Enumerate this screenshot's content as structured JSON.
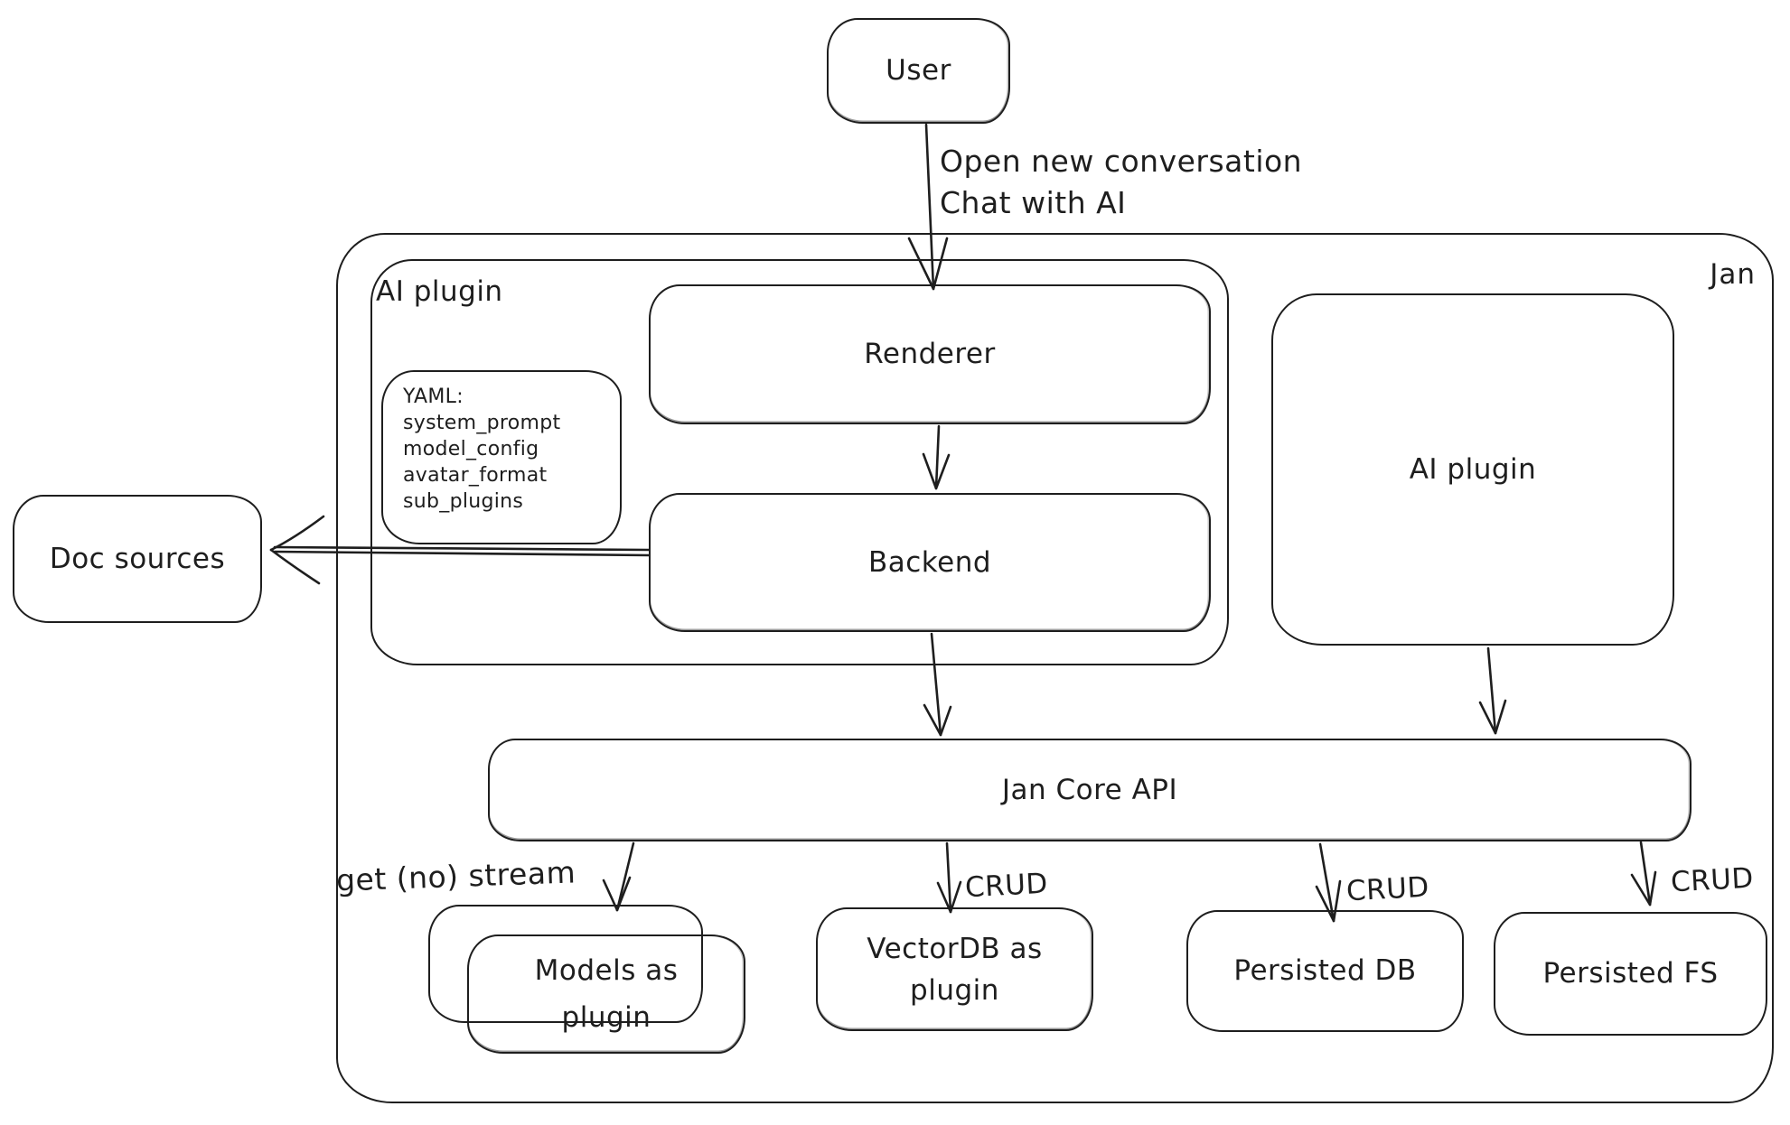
{
  "diagram": {
    "colors": {
      "stroke": "#1e1e1e",
      "background": "#ffffff"
    },
    "containers": {
      "jan": {
        "label": "Jan"
      },
      "ai_plugin_group": {
        "label": "AI plugin"
      }
    },
    "nodes": {
      "user": {
        "label": "User"
      },
      "renderer": {
        "label": "Renderer"
      },
      "backend": {
        "label": "Backend"
      },
      "yaml_note": {
        "label": "YAML:\nsystem_prompt\nmodel_config\navatar_format\nsub_plugins"
      },
      "doc_sources": {
        "label": "Doc sources"
      },
      "ai_plugin": {
        "label": "AI plugin"
      },
      "jan_core_api": {
        "label": "Jan Core API"
      },
      "models_as_plugin": {
        "label": "Models as\nplugin"
      },
      "vectordb_as_plugin": {
        "label": "VectorDB as\nplugin"
      },
      "persisted_db": {
        "label": "Persisted DB"
      },
      "persisted_fs": {
        "label": "Persisted FS"
      }
    },
    "edges": {
      "user_to_renderer": {
        "label": "Open new conversation\nChat with AI"
      },
      "backend_to_doc_sources": {
        "label": ""
      },
      "api_to_models": {
        "label": "get (no) stream"
      },
      "api_to_vectordb": {
        "label": "CRUD"
      },
      "api_to_persisted_db": {
        "label": "CRUD"
      },
      "api_to_persisted_fs": {
        "label": "CRUD"
      }
    }
  }
}
